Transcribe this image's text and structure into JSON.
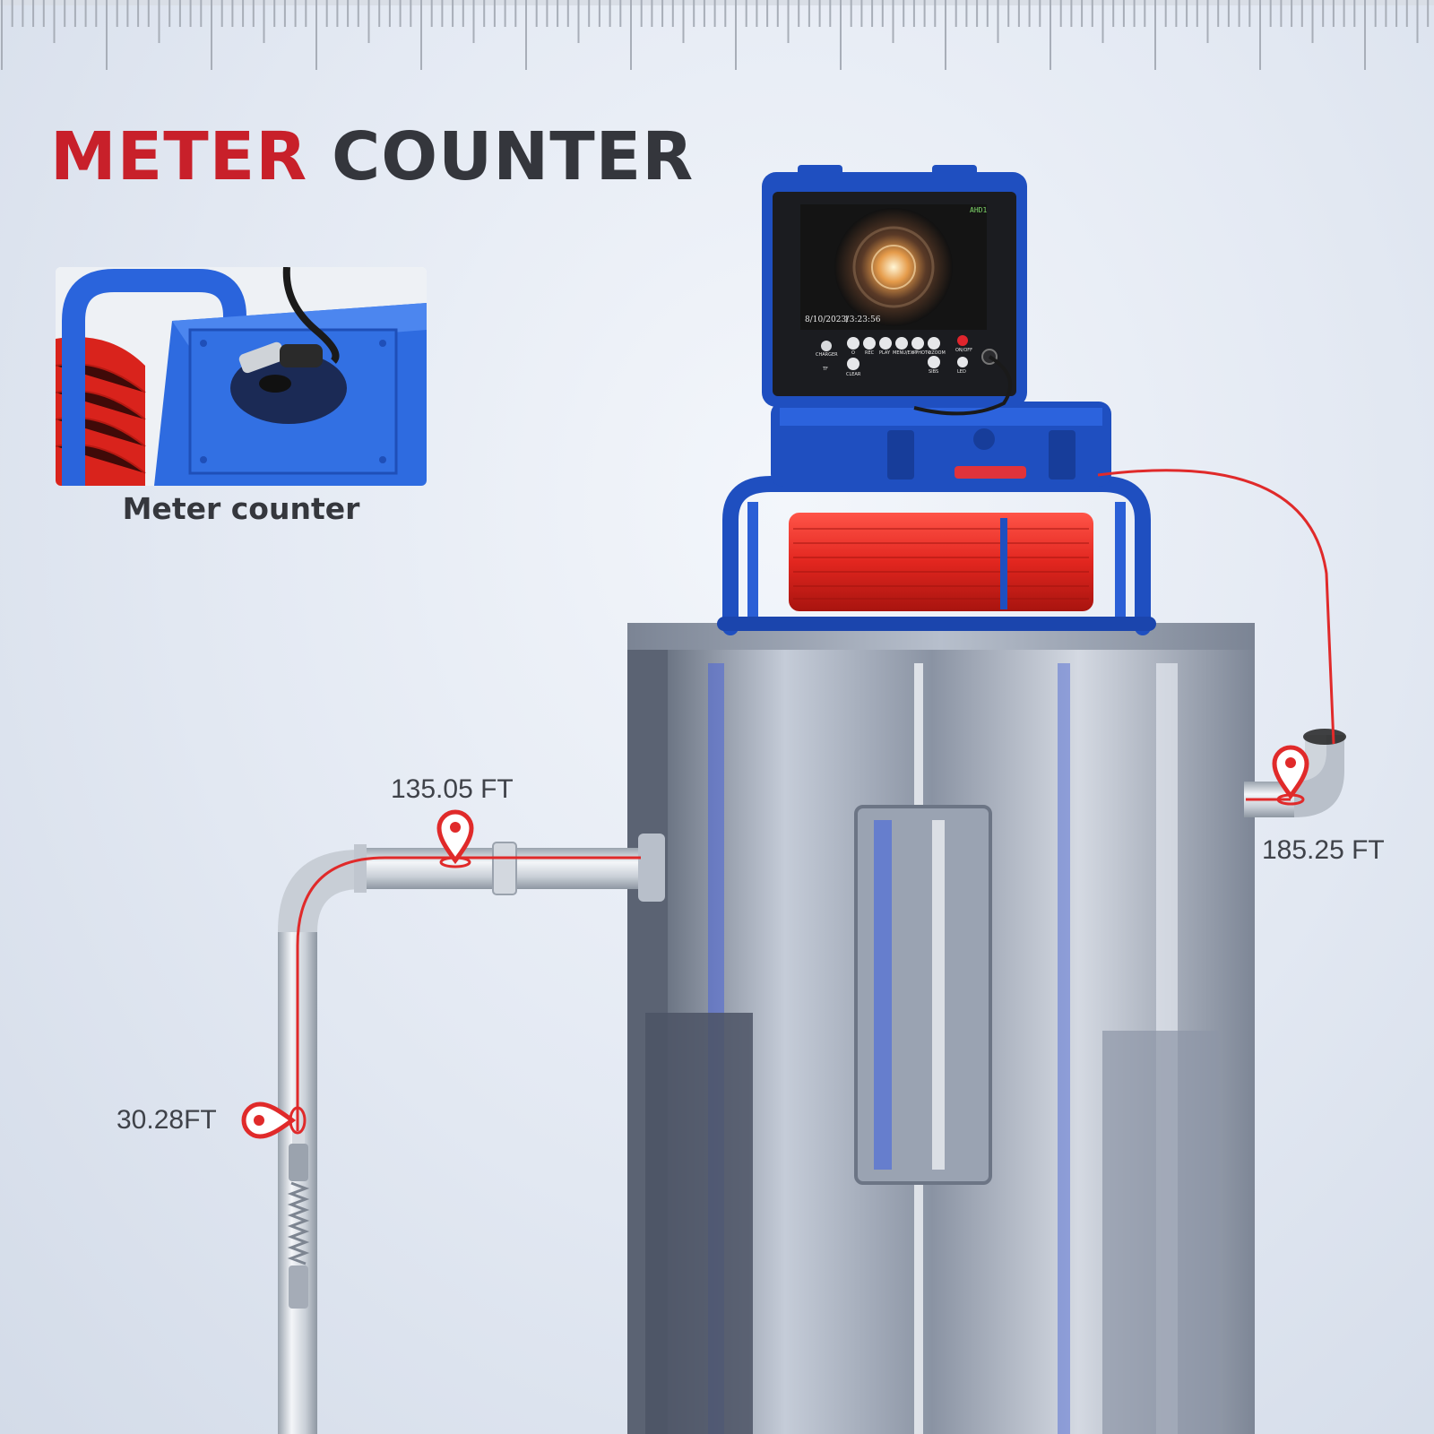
{
  "title": {
    "accent": "METER",
    "rest": "COUNTER"
  },
  "inset": {
    "caption": "Meter counter"
  },
  "markers": [
    {
      "label": "135.05 FT"
    },
    {
      "label": "185.25 FT"
    },
    {
      "label": "30.28FT"
    }
  ],
  "monitor": {
    "date": "8/10/2023/",
    "time": "13:23:56",
    "mode": "AHD1",
    "buttons": {
      "charger": "CHARGER",
      "tf": "TF",
      "o": "O",
      "rec": "REC",
      "play": "PLAY",
      "menu_exit": "MENU/EXIT",
      "photo": ">PHOTO",
      "zoom": "<ZOOM",
      "on_off": "ON/OFF",
      "clear": "CLEAR",
      "sibs": "SIBS",
      "led": "LED"
    }
  },
  "colors": {
    "accent": "#c8202a",
    "text": "#34363c",
    "case": "#1f4fc0",
    "cable": "#e02a2a"
  },
  "icons": [
    "map-pin-icon",
    "ruler-ticks"
  ]
}
